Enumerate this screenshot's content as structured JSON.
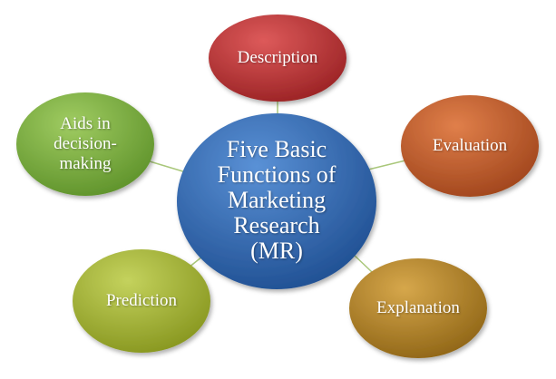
{
  "diagram": {
    "center": {
      "label": "Five Basic\nFunctions of\nMarketing\nResearch\n(MR)",
      "color": "#2f69b3"
    },
    "nodes": [
      {
        "id": "description",
        "label": "Description",
        "color": "#c0393b"
      },
      {
        "id": "evaluation",
        "label": "Evaluation",
        "color": "#c8602e"
      },
      {
        "id": "explanation",
        "label": "Explanation",
        "color": "#b8862a"
      },
      {
        "id": "prediction",
        "label": "Prediction",
        "color": "#a6b53a"
      },
      {
        "id": "aids",
        "label": "Aids in\ndecision-\nmaking",
        "color": "#7fb244"
      }
    ],
    "connector_color": "#9bbb59"
  }
}
